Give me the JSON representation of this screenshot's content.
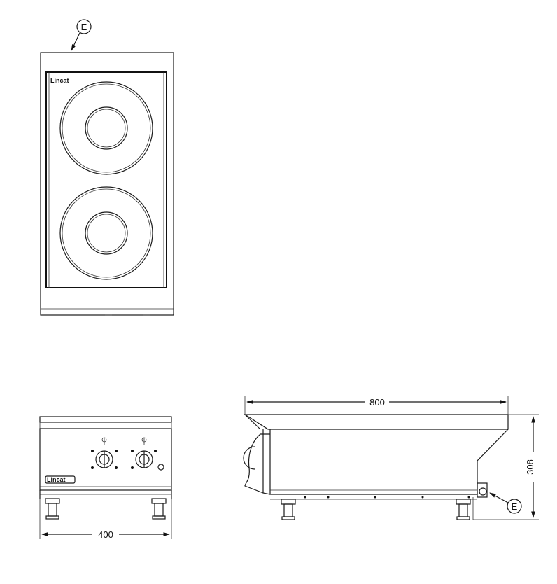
{
  "plan_view": {
    "brand": "Lincat",
    "callout": "E"
  },
  "front_view": {
    "brand": "Lincat",
    "width_dim": "400"
  },
  "side_view": {
    "length_dim": "800",
    "height_dim": "308",
    "callout": "E"
  }
}
